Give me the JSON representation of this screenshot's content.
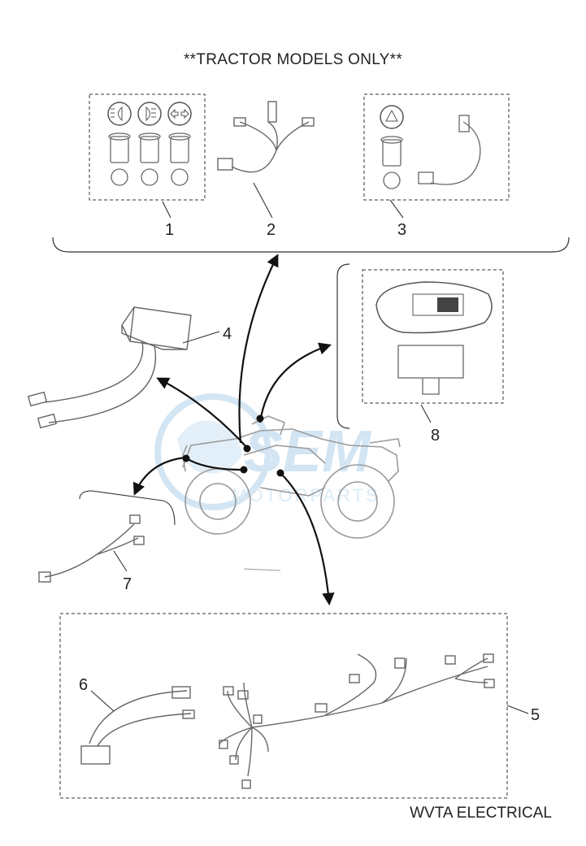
{
  "title": "**TRACTOR MODELS ONLY**",
  "footer": "WVTA ELECTRICAL",
  "watermark": "MOTORPARTS",
  "callouts": [
    "1",
    "2",
    "3",
    "4",
    "5",
    "6",
    "7",
    "8"
  ],
  "colors": {
    "line": "#222222",
    "part": "#777777",
    "watermark": "#d6e9f6"
  }
}
